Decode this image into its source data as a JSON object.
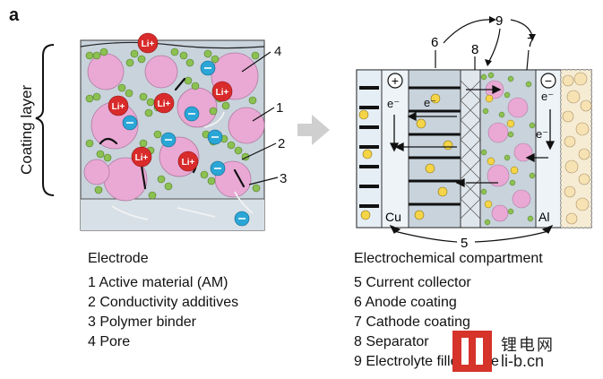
{
  "panel_label": "a",
  "left": {
    "side_label": "Coating layer",
    "title": "Electrode",
    "callouts": [
      "1",
      "2",
      "3",
      "4"
    ],
    "ion_label": "Li+",
    "legend": [
      "1 Active material (AM)",
      "2 Conductivity additives",
      "3 Polymer binder",
      "4 Pore"
    ]
  },
  "right": {
    "title": "Electrochemical compartment",
    "callouts": [
      "5",
      "6",
      "7",
      "8",
      "9"
    ],
    "plus_sign": "+",
    "minus_sign": "−",
    "electron": "e⁻",
    "cu": "Cu",
    "al": "Al",
    "legend": [
      "5 Current collector",
      "6 Anode coating",
      "7 Cathode coating",
      "8 Separator",
      "9 Electrolyte filled pore"
    ]
  },
  "watermark": {
    "cn": "锂电网",
    "url": "li-b.cn"
  },
  "colors": {
    "coating_bg": "#c8d3dc",
    "active_material": "#e9a9d4",
    "additive": "#8cc152",
    "li_ion": "#d92b2b",
    "electron_dot": "#2aa6d6",
    "arrow_gray": "#cfcfcf",
    "particle_yellow": "#f5d447",
    "collector": "#e6eef5"
  }
}
